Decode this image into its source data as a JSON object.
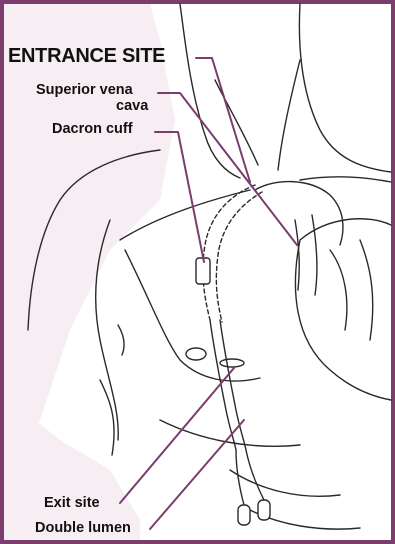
{
  "labels": {
    "entrance_site": "ENTRANCE SITE",
    "superior_vena_cava_line1": "Superior vena",
    "superior_vena_cava_line2": "cava",
    "dacron_cuff": "Dacron cuff",
    "exit_site": "Exit site",
    "double_lumen": "Double lumen"
  },
  "colors": {
    "frame_border": "#7a3d6e",
    "leader_lines": "#7a3d6e",
    "background_panel": "#f6eef3",
    "sketch_ink": "#2a2a2a"
  }
}
